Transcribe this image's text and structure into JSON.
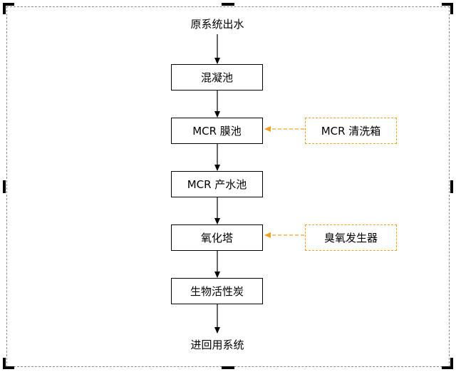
{
  "diagram": {
    "source_label": "原系统出水",
    "end_label": "进回用系统",
    "steps": [
      {
        "label": "混凝池"
      },
      {
        "label": "MCR 膜池"
      },
      {
        "label": "MCR 产水池"
      },
      {
        "label": "氧化塔"
      },
      {
        "label": "生物活性炭"
      }
    ],
    "auxiliary": [
      {
        "label": "MCR 清洗箱"
      },
      {
        "label": "臭氧发生器"
      }
    ],
    "colors": {
      "main_line": "#000000",
      "aux_line": "#f0a020",
      "frame": "#8c8c8c"
    }
  }
}
